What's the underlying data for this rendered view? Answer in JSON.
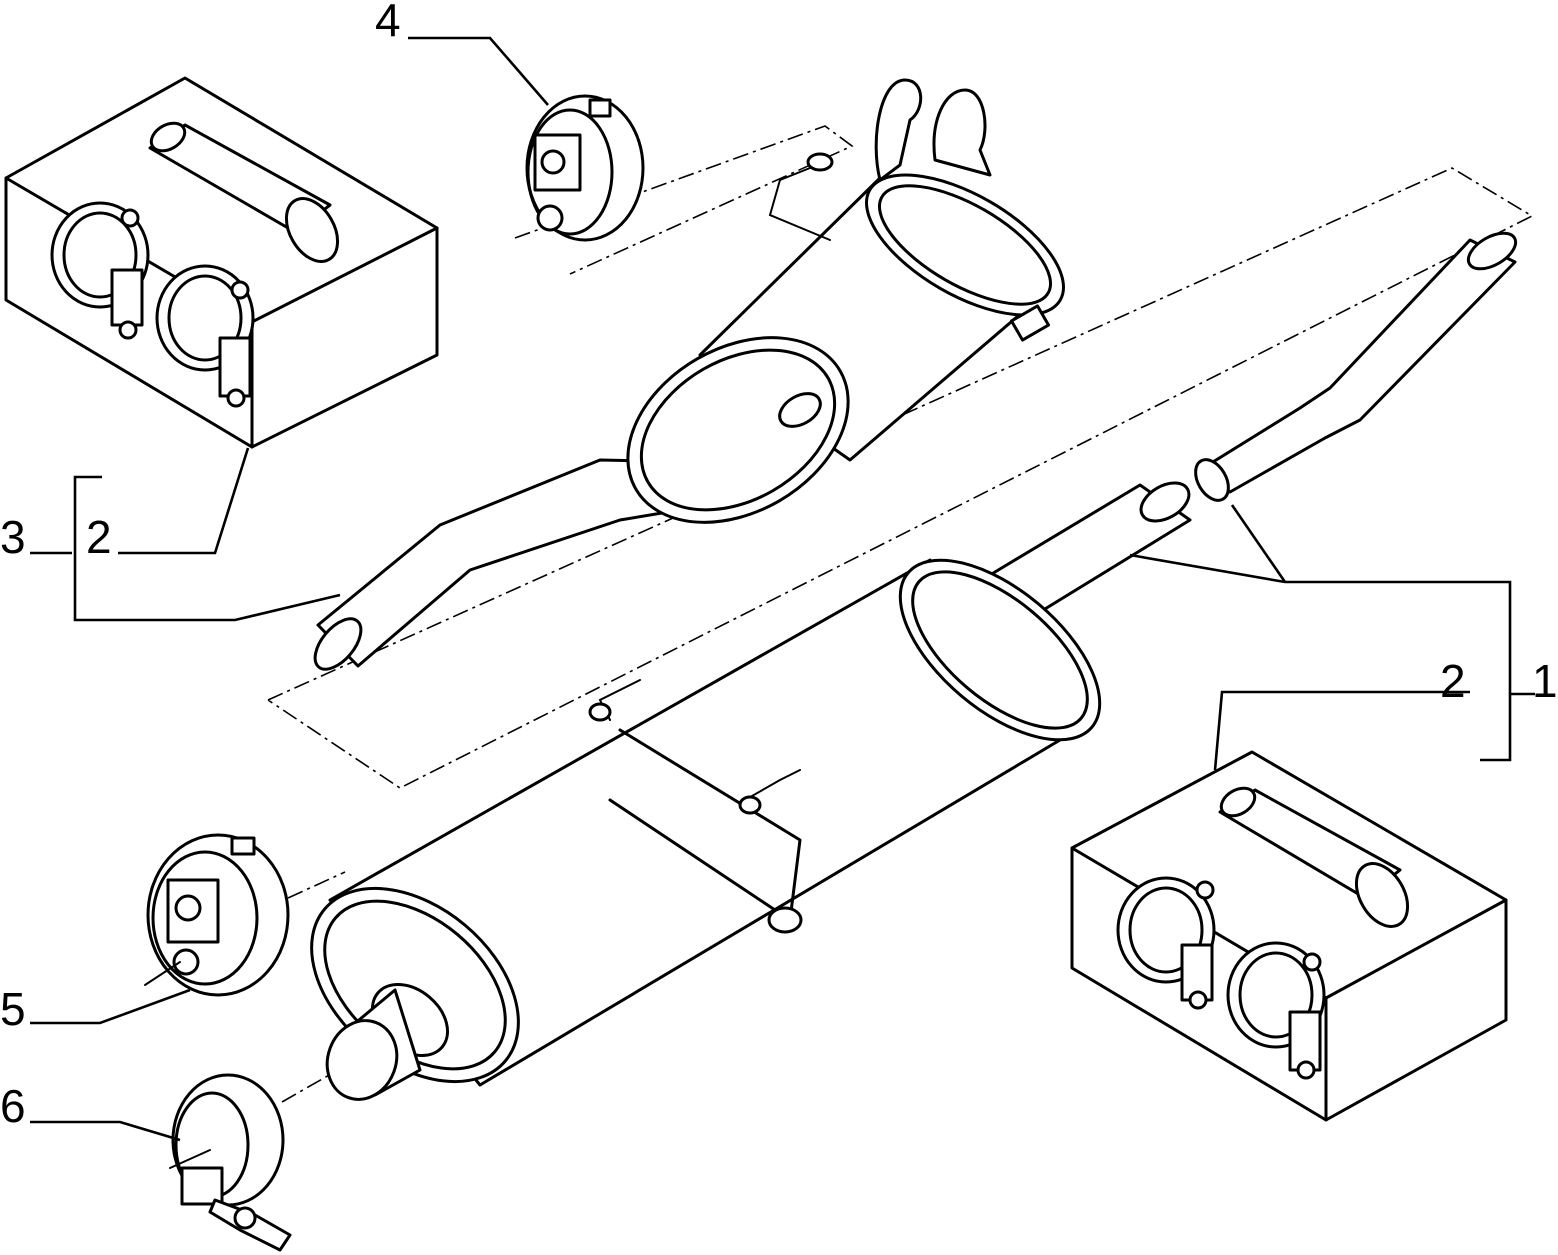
{
  "callouts": {
    "c1": "1",
    "c2_left": "2",
    "c2_right": "2",
    "c3": "3",
    "c4": "4",
    "c5": "5",
    "c6": "6"
  }
}
